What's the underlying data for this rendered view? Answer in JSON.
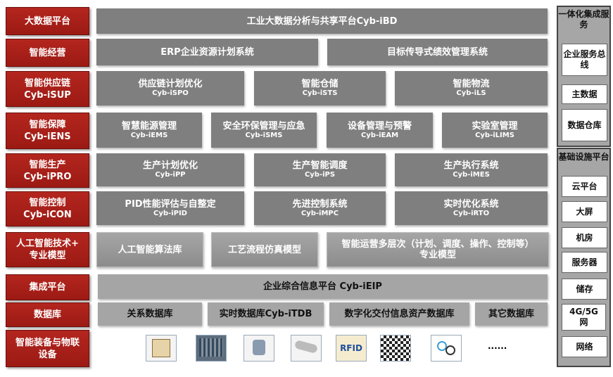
{
  "rows": [
    {
      "label": "大数据平台",
      "boxes": [
        {
          "title": "工业大数据分析与共享平台Cyb-iBD"
        }
      ]
    },
    {
      "label": "智能经营",
      "boxes": [
        {
          "title": "ERP企业资源计划系统"
        },
        {
          "title": "目标传导式绩效管理系统"
        }
      ]
    },
    {
      "label": "智能供应链",
      "label2": "Cyb-iSUP",
      "boxes": [
        {
          "title": "供应链计划优化",
          "sub": "Cyb-iSPO"
        },
        {
          "title": "智能仓储",
          "sub": "Cyb-iSTS"
        },
        {
          "title": "智能物流",
          "sub": "Cyb-iLS"
        }
      ]
    },
    {
      "label": "智能保障",
      "label2": "Cyb-iENS",
      "boxes": [
        {
          "title": "智慧能源管理",
          "sub": "Cyb-iEMS"
        },
        {
          "title": "安全环保管理与应急",
          "sub": "Cyb-iSMS"
        },
        {
          "title": "设备管理与预警",
          "sub": "Cyb-iEAM"
        },
        {
          "title": "实验室管理",
          "sub": "Cyb-iLIMS"
        }
      ]
    },
    {
      "label": "智能生产",
      "label2": "Cyb-iPRO",
      "boxes": [
        {
          "title": "生产计划优化",
          "sub": "Cyb-iPP"
        },
        {
          "title": "生产智能调度",
          "sub": "Cyb-iPS"
        },
        {
          "title": "生产执行系统",
          "sub": "Cyb-iMES"
        }
      ]
    },
    {
      "label": "智能控制",
      "label2": "Cyb-iCON",
      "boxes": [
        {
          "title": "PID性能评估与自整定",
          "sub": "Cyb-iPID"
        },
        {
          "title": "先进控制系统",
          "sub": "Cyb-iMPC"
        },
        {
          "title": "实时优化系统",
          "sub": "Cyb-iRTO"
        }
      ]
    },
    {
      "label": "人工智能技术+",
      "label2": "专业模型",
      "boxes": [
        {
          "title": "人工智能算法库"
        },
        {
          "title": "工艺流程仿真模型"
        },
        {
          "title": "智能运营多层次（计划、调度、操作、控制等）",
          "sub": "专业模型"
        }
      ]
    },
    {
      "label": "集成平台",
      "boxes": [
        {
          "title": "企业综合信息平台 Cyb-iEIP"
        }
      ]
    },
    {
      "label": "数据库",
      "boxes": [
        {
          "title": "关系数据库"
        },
        {
          "title": "实时数据库Cyb-iTDB"
        },
        {
          "title": "数字化交付信息资产数据库"
        },
        {
          "title": "其它数据库"
        }
      ]
    },
    {
      "label": "智能装备与物联",
      "label2": "设备",
      "icons": [
        "server-box-icon",
        "control-cabinet-icon",
        "transmitter-icon",
        "cctv-camera-icon",
        "rfid-icon",
        "qr-code-icon",
        "wearable-devices-icon"
      ],
      "more": "......"
    }
  ],
  "side": {
    "g1": {
      "title": "一体化集成服务",
      "items": [
        "企业服务总线",
        "主数据",
        "数据仓库"
      ]
    },
    "g2": {
      "title": "基础设施平台",
      "items": [
        "云平台",
        "大屏",
        "机房",
        "服务器",
        "储存",
        "4G/5G网",
        "网络"
      ]
    }
  },
  "colors": {
    "red": "#a41f18",
    "gray": "#7f7f7f"
  }
}
